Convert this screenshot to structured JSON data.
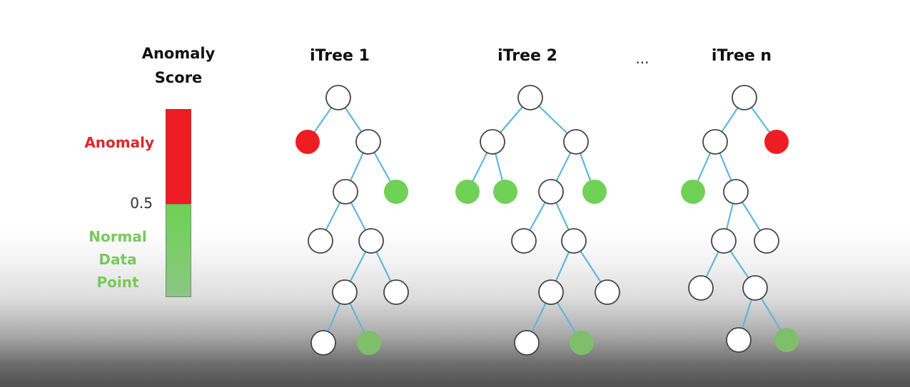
{
  "score": {
    "title_line1": "Anomaly",
    "title_line2": "Score",
    "anomaly_label": "Anomaly",
    "threshold_label": "0.5",
    "normal_line1": "Normal",
    "normal_line2": "Data",
    "normal_line3": "Point",
    "colors": {
      "anomaly": "#ee1d23",
      "normal": "#6fd155"
    }
  },
  "trees": {
    "tree1_title": "iTree 1",
    "tree2_title": "iTree 2",
    "ellipsis": "...",
    "treen_title": "iTree n",
    "colors": {
      "edge": "#5eb7dd",
      "anomaly_node": "#ee1d23",
      "normal_node": "#6fd155",
      "node_outline": "#444444"
    }
  }
}
